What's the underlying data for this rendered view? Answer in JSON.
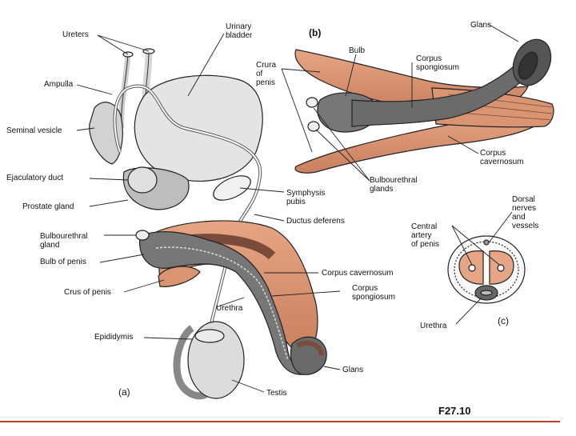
{
  "figure": {
    "code": "F27.10",
    "accent_color": "#b84020",
    "colors": {
      "erectile_tissue": "#d99472",
      "dark_tissue": "#7a4a3a",
      "spongiosum_gray": "#6e6e6e",
      "outline": "#222222"
    }
  },
  "panel_a": {
    "tag": "(a)",
    "labels": {
      "ureters": "Ureters",
      "urinary_bladder": "Urinary\nbladder",
      "ampulla": "Ampulla",
      "seminal_vesicle": "Seminal vesicle",
      "ejaculatory_duct": "Ejaculatory duct",
      "prostate_gland": "Prostate gland",
      "symphysis_pubis": "Symphysis\npubis",
      "ductus_deferens": "Ductus deferens",
      "bulbourethral_gland": "Bulbourethral\ngland",
      "bulb_of_penis": "Bulb of penis",
      "corpus_cavernosum": "Corpus cavernosum",
      "crus_of_penis": "Crus of penis",
      "corpus_spongiosum": "Corpus\nspongiosum",
      "urethra": "Urethra",
      "epididymis": "Epididymis",
      "glans": "Glans",
      "testis": "Testis"
    }
  },
  "panel_b": {
    "tag": "(b)",
    "labels": {
      "glans": "Glans",
      "bulb": "Bulb",
      "corpus_spongiosum": "Corpus\nspongiosum",
      "crura_of_penis": "Crura\nof\npenis",
      "corpus_cavernosum": "Corpus\ncavernosum",
      "bulbourethral_glands": "Bulbourethral\nglands"
    }
  },
  "panel_c": {
    "tag": "(c)",
    "labels": {
      "dorsal_nerves_and_vessels": "Dorsal\nnerves\nand\nvessels",
      "central_artery_of_penis": "Central\nartery\nof penis",
      "urethra": "Urethra"
    }
  }
}
